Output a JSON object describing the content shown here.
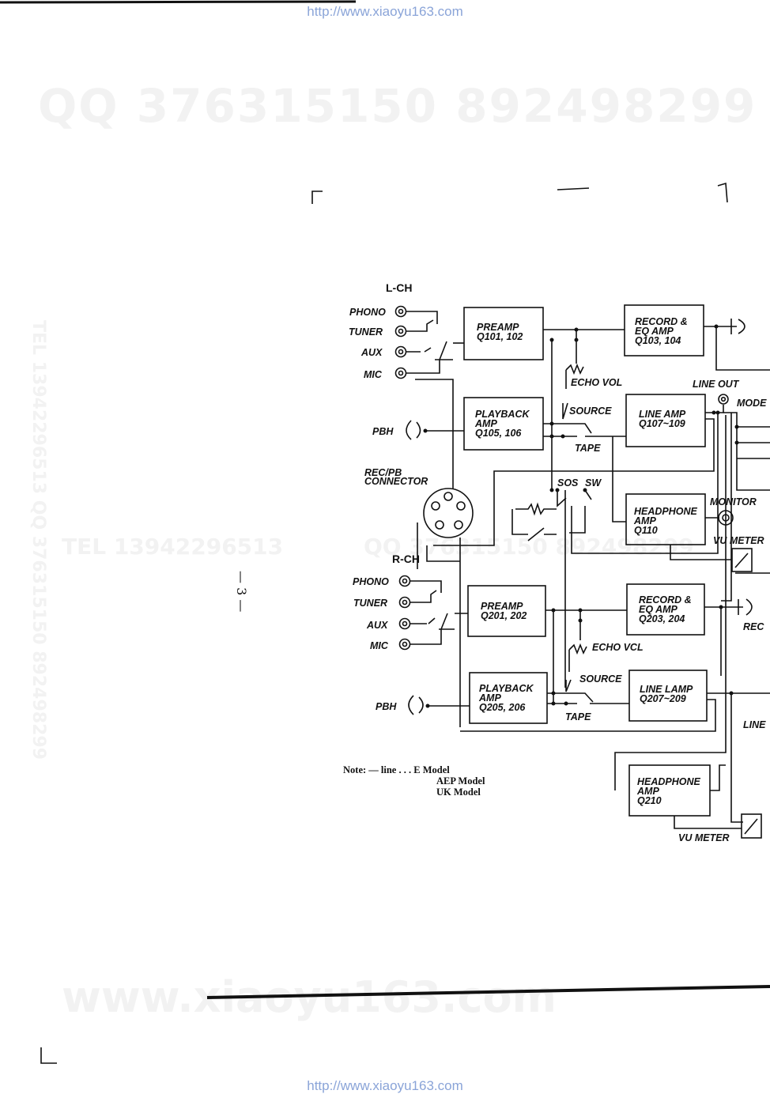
{
  "header_url": "http://www.xiaoyu163.com",
  "footer_url": "http://www.xiaoyu163.com",
  "watermarks": {
    "qq": "QQ 376315150    892498299",
    "tel": "TEL  13942296513",
    "qq2": "QQ 376315150  892498299",
    "www": "www.xiaoyu163.com",
    "vertical": "TEL 13942296513  QQ 376315150  892498299"
  },
  "page_number": "— 3 —",
  "left_channel": {
    "title": "L-CH",
    "inputs": [
      "PHONO",
      "TUNER",
      "AUX",
      "MIC"
    ],
    "pbh": "PBH",
    "preamp": [
      "PREAMP",
      "Q101, 102"
    ],
    "record_eq": [
      "RECORD &",
      "EQ AMP",
      "Q103, 104"
    ],
    "playback": [
      "PLAYBACK",
      "AMP",
      "Q105, 106"
    ],
    "line_amp": [
      "LINE AMP",
      "Q107~109"
    ],
    "headphone": [
      "HEADPHONE",
      "AMP",
      "Q110"
    ],
    "echo_vol": "ECHO VOL",
    "source": "SOURCE",
    "tape": "TAPE",
    "line_out": "LINE OUT",
    "mode": "MODE",
    "monitor": "MONITOR",
    "vu_meter": "VU METER"
  },
  "rec_pb_connector": [
    "REC/PB",
    "CONNECTOR"
  ],
  "sos": "SOS",
  "sw": "SW",
  "right_channel": {
    "title": "R-CH",
    "inputs": [
      "PHONO",
      "TUNER",
      "AUX",
      "MIC"
    ],
    "pbh": "PBH",
    "preamp": [
      "PREAMP",
      "Q201, 202"
    ],
    "record_eq": [
      "RECORD &",
      "EQ AMP",
      "Q203, 204"
    ],
    "playback": [
      "PLAYBACK",
      "AMP",
      "Q205, 206"
    ],
    "line_amp": [
      "LINE LAMP",
      "Q207~209"
    ],
    "headphone": [
      "HEADPHONE",
      "AMP",
      "Q210"
    ],
    "echo_vol": "ECHO VCL",
    "source": "SOURCE",
    "tape": "TAPE",
    "rec": "REC",
    "line": "LINE",
    "vu_meter": "VU METER"
  },
  "note": {
    "label": "Note:",
    "line_text": "— line . . . E Model",
    "models": [
      "AEP Model",
      "UK Model"
    ]
  }
}
